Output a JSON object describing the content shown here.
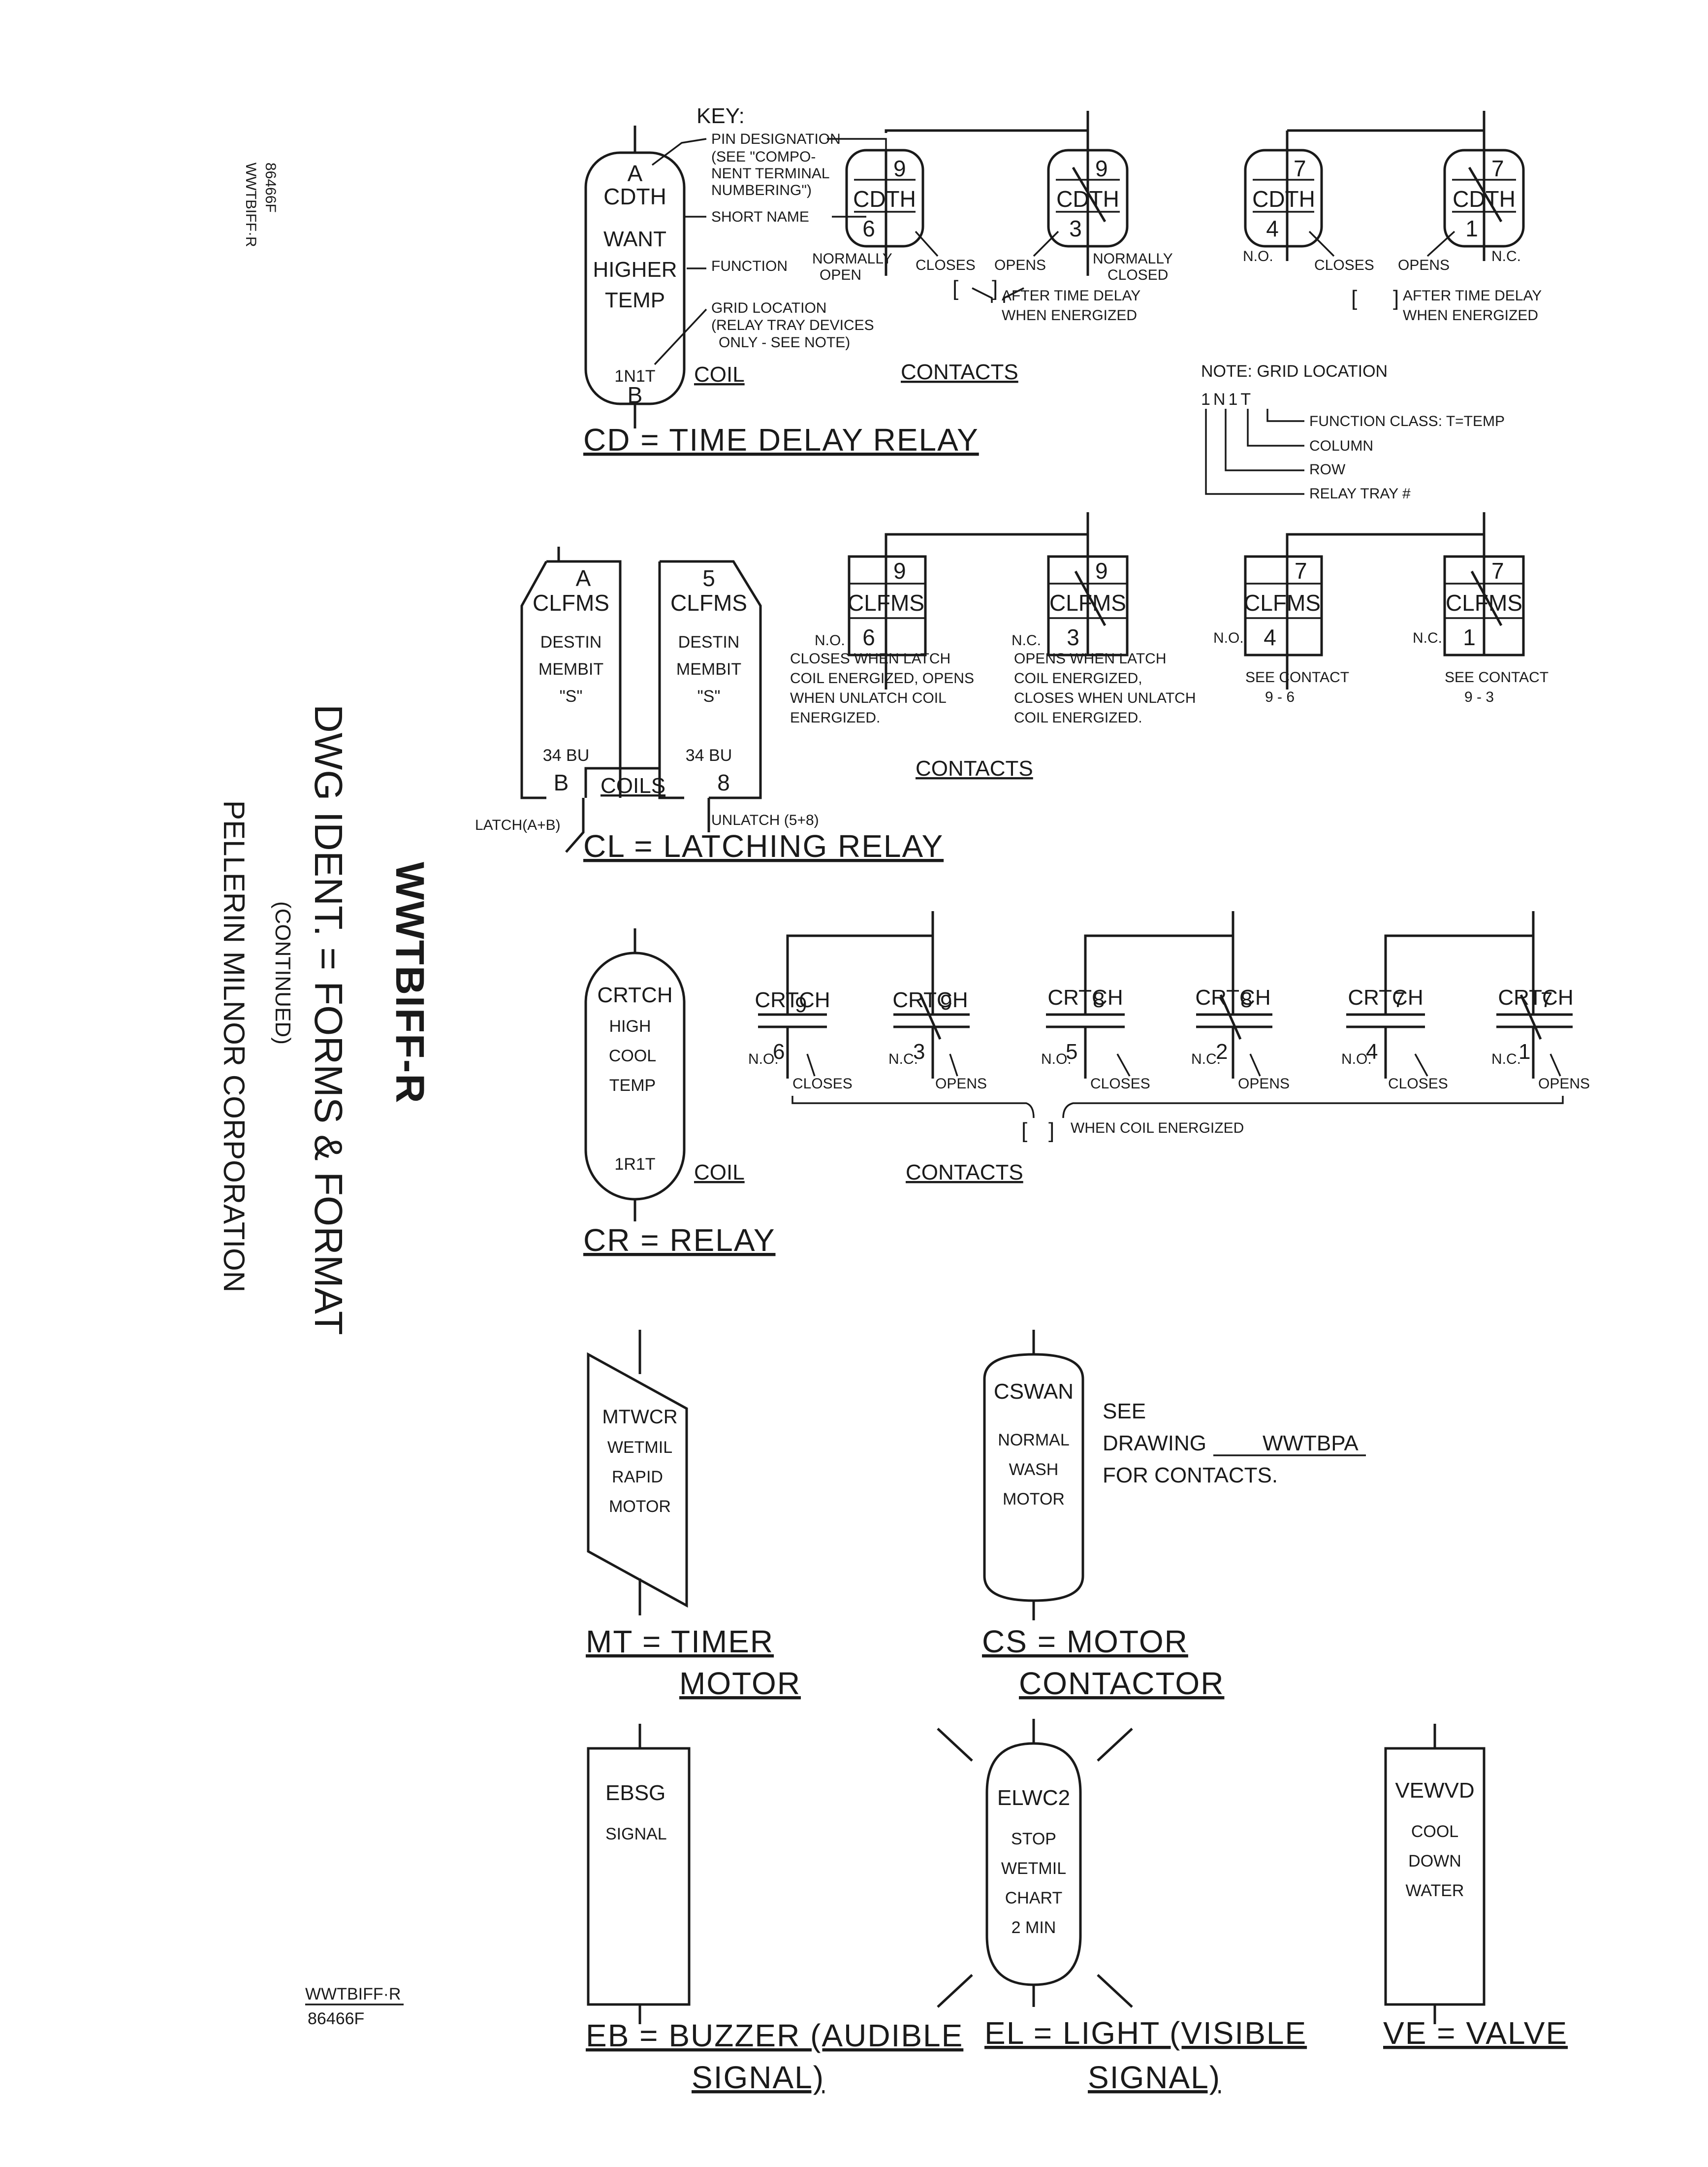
{
  "side": {
    "doc_id": "WWTBIFF-R",
    "doc_id_small": "WWTBIFF·R",
    "doc_num": "86466F",
    "title": "WWTBIFF-R",
    "subtitle": "DWG IDENT. = FORMS & FORMAT",
    "continued": "(CONTINUED)",
    "company": "PELLERIN MILNOR CORPORATION"
  },
  "key": {
    "heading": "KEY:",
    "pin_designation": [
      "PIN DESIGNATION",
      "(SEE \"COMPO-",
      "NENT TERMINAL",
      "NUMBERING\")"
    ],
    "short_name": "SHORT NAME",
    "function": "FUNCTION",
    "grid_location": [
      "GRID LOCATION",
      "(RELAY TRAY DEVICES",
      "ONLY - SEE NOTE)"
    ]
  },
  "note": {
    "heading": "NOTE: GRID LOCATION",
    "code": "1N1T",
    "lines": [
      "FUNCTION CLASS: T=TEMP",
      "COLUMN",
      "ROW",
      "RELAY TRAY #"
    ]
  },
  "cd": {
    "coil": {
      "pin_top": "A",
      "name": "CDTH",
      "func": [
        "WANT",
        "HIGHER",
        "TEMP"
      ],
      "grid": "1N1T",
      "pin_bottom": "B"
    },
    "coil_label": "COIL",
    "contacts_label": "CONTACTS",
    "title": "CD = TIME DELAY RELAY",
    "contacts": [
      {
        "top": "9",
        "name": "CDTH",
        "bottom": "6",
        "state": "NORMALLY OPEN"
      },
      {
        "top": "9",
        "name": "CDTH",
        "bottom": "3",
        "state": "NORMALLY CLOSED"
      },
      {
        "top": "7",
        "name": "CDTH",
        "bottom": "4",
        "state": "N.O."
      },
      {
        "top": "7",
        "name": "CDTH",
        "bottom": "1",
        "state": "N.C."
      }
    ],
    "closes": "CLOSES",
    "opens": "OPENS",
    "after_delay": [
      "AFTER TIME DELAY",
      "WHEN ENERGIZED"
    ]
  },
  "cl": {
    "coils": [
      {
        "pin_top": "A",
        "name": "CLFMS",
        "func": [
          "DESTIN",
          "MEMBIT",
          "\"S\""
        ],
        "grid": "34 BU",
        "pin_bottom": "B",
        "mode": "LATCH(A+B)"
      },
      {
        "pin_top": "5",
        "name": "CLFMS",
        "func": [
          "DESTIN",
          "MEMBIT",
          "\"S\""
        ],
        "grid": "34 BU",
        "pin_bottom": "8",
        "mode": "UNLATCH (5+8)"
      }
    ],
    "coils_label": "COILS",
    "contacts_label": "CONTACTS",
    "title": "CL = LATCHING RELAY",
    "contacts": [
      {
        "top": "9",
        "name": "CLFMS",
        "bottom": "6",
        "state": "N.O."
      },
      {
        "top": "9",
        "name": "CLFMS",
        "bottom": "3",
        "state": "N.C."
      },
      {
        "top": "7",
        "name": "CLFMS",
        "bottom": "4",
        "state": "N.O."
      },
      {
        "top": "7",
        "name": "CLFMS",
        "bottom": "1",
        "state": "N.C."
      }
    ],
    "desc_no": [
      "CLOSES WHEN LATCH",
      "COIL ENERGIZED, OPENS",
      "WHEN UNLATCH COIL",
      "ENERGIZED."
    ],
    "desc_nc": [
      "OPENS WHEN LATCH",
      "COIL ENERGIZED,",
      "CLOSES WHEN UNLATCH",
      "COIL ENERGIZED."
    ],
    "see_1": [
      "SEE CONTACT",
      "9 - 6"
    ],
    "see_2": [
      "SEE CONTACT",
      "9 - 3"
    ]
  },
  "cr": {
    "coil": {
      "name": "CRTCH",
      "func": [
        "HIGH",
        "COOL",
        "TEMP"
      ],
      "grid": "1R1T"
    },
    "coil_label": "COIL",
    "contacts_label": "CONTACTS",
    "title": "CR = RELAY",
    "contacts": [
      {
        "top": "9",
        "name": "CRTCH",
        "bottom": "6",
        "state": "N.O.",
        "action": "CLOSES"
      },
      {
        "top": "9",
        "name": "CRTCH",
        "bottom": "3",
        "state": "N.C.",
        "action": "OPENS"
      },
      {
        "top": "8",
        "name": "CRTCH",
        "bottom": "5",
        "state": "N.O.",
        "action": "CLOSES"
      },
      {
        "top": "8",
        "name": "CRTCH",
        "bottom": "2",
        "state": "N.C.",
        "action": "OPENS"
      },
      {
        "top": "7",
        "name": "CRTCH",
        "bottom": "4",
        "state": "N.O.",
        "action": "CLOSES"
      },
      {
        "top": "7",
        "name": "CRTCH",
        "bottom": "1",
        "state": "N.C.",
        "action": "OPENS"
      }
    ],
    "when_energized": "WHEN COIL ENERGIZED"
  },
  "mt": {
    "name": "MTWCR",
    "func": [
      "WETMIL",
      "RAPID",
      "MOTOR"
    ],
    "title_1": "MT = TIMER",
    "title_2": "MOTOR"
  },
  "cs": {
    "name": "CSWAN",
    "func": [
      "NORMAL",
      "WASH",
      "MOTOR"
    ],
    "see": [
      "SEE",
      "DRAWING",
      "FOR CONTACTS."
    ],
    "drawing": "WWTBPA",
    "title_1": "CS = MOTOR",
    "title_2": "CONTACTOR"
  },
  "eb": {
    "name": "EBSG",
    "func": [
      "SIGNAL"
    ],
    "title_1": "EB = BUZZER (AUDIBLE",
    "title_2": "SIGNAL)"
  },
  "el": {
    "name": "ELWC2",
    "func": [
      "STOP",
      "WETMIL",
      "CHART",
      "2 MIN"
    ],
    "title_1": "EL = LIGHT (VISIBLE",
    "title_2": "SIGNAL)"
  },
  "ve": {
    "name": "VEWVD",
    "func": [
      "COOL",
      "DOWN",
      "WATER"
    ],
    "title": "VE = VALVE"
  }
}
